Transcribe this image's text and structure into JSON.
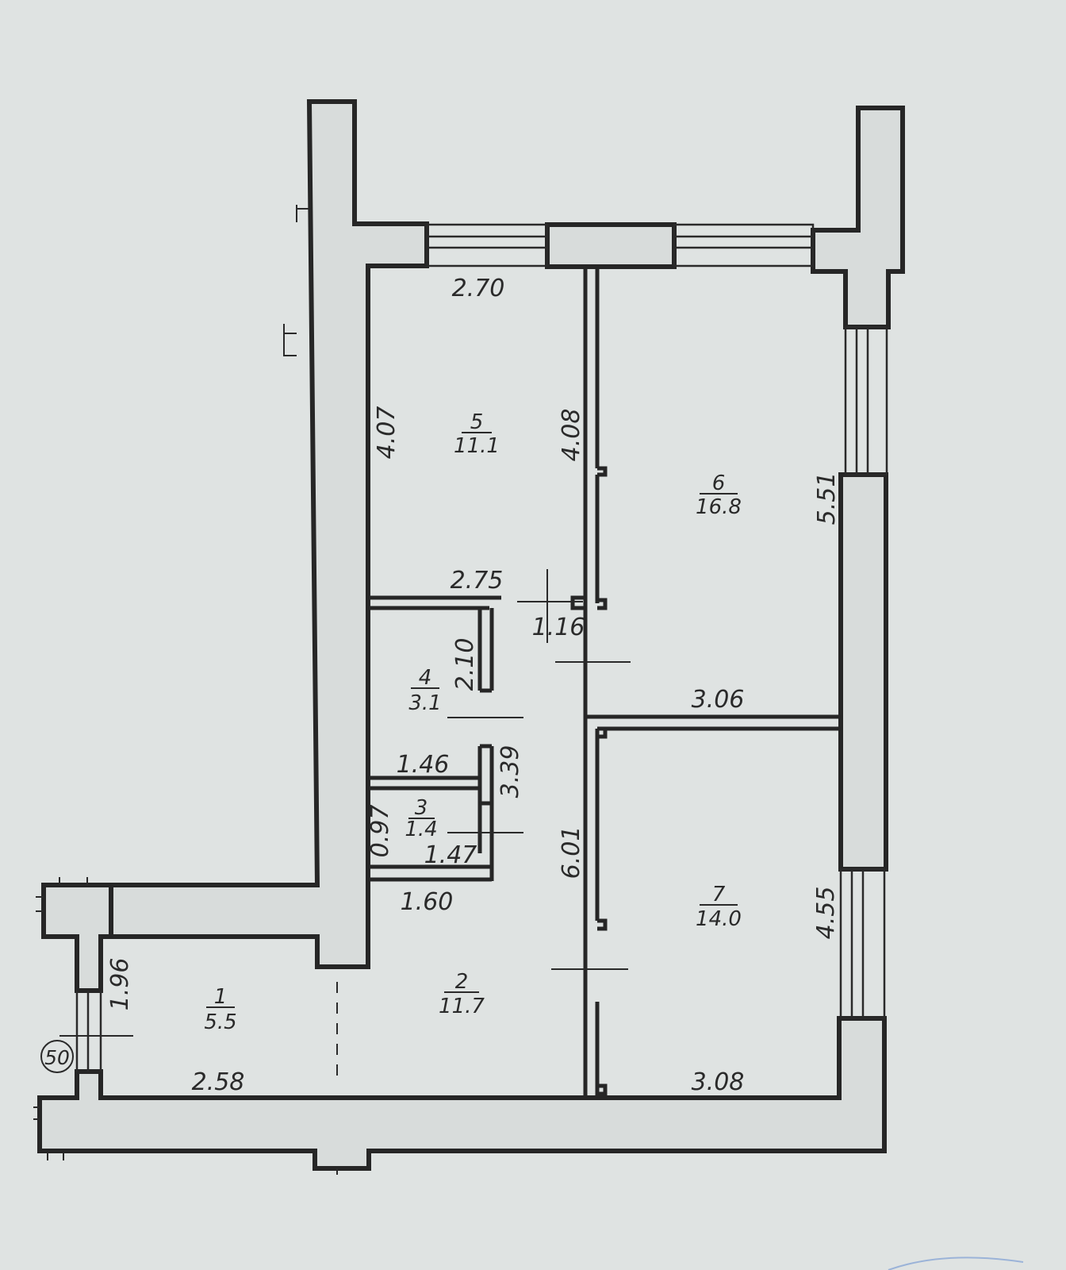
{
  "floor_plan": {
    "rooms": [
      {
        "number": "1",
        "area": "5.5"
      },
      {
        "number": "2",
        "area": "11.7"
      },
      {
        "number": "3",
        "area": "1.4"
      },
      {
        "number": "4",
        "area": "3.1"
      },
      {
        "number": "5",
        "area": "11.1"
      },
      {
        "number": "6",
        "area": "16.8"
      },
      {
        "number": "7",
        "area": "14.0"
      }
    ],
    "dimensions": {
      "room5_top": "2.70",
      "room5_left": "4.07",
      "room5_right": "4.08",
      "room5_bottom": "2.75",
      "corridor_gap": "1.16",
      "room4_height": "2.10",
      "room4_bottom": "1.46",
      "bath_column": "3.39",
      "room3_height": "0.97",
      "room3_width": "1.47",
      "hall_top": "1.60",
      "entry_height": "1.96",
      "entry_bottom": "2.58",
      "room6_bottom": "3.06",
      "room6_right": "5.51",
      "hall_height": "6.01",
      "room7_right": "4.55",
      "room7_bottom": "3.08"
    },
    "apartment_marker": "50"
  }
}
